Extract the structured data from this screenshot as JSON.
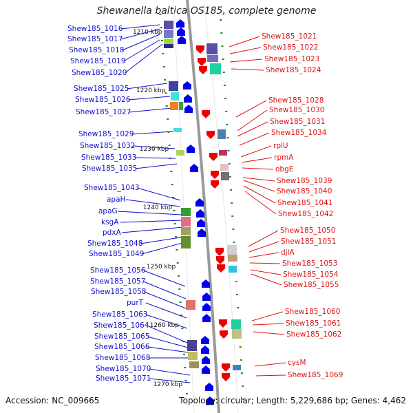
{
  "title": "Shewanella baltica OS185, complete genome",
  "footer": {
    "accession": "Accession: NC_009665",
    "topology": "Topology: circular; Length: 5,229,686 bp; Genes: 4,462"
  },
  "colors": {
    "left_label": "#1010cc",
    "right_label": "#dd1111",
    "ruler_tick": "#228b22",
    "backbone": "#999999",
    "forward_arrow": "#0000ee",
    "reverse_arrow": "#ee0000"
  },
  "ruler_labels": [
    "1210 kbp",
    "1220 kbp",
    "1230 kbp",
    "1240 kbp",
    "1250 kbp",
    "1260 kbp",
    "1270 kbp"
  ],
  "left_genes": [
    "Shew185_1016",
    "Shew185_1017",
    "Shew185_1018",
    "Shew185_1019",
    "Shew185_1020",
    "Shew185_1025",
    "Shew185_1026",
    "Shew185_1027",
    "Shew185_1029",
    "Shew185_1032",
    "Shew185_1033",
    "Shew185_1035",
    "Shew185_1043",
    "apaH",
    "apaG",
    "ksgA",
    "pdxA",
    "Shew185_1048",
    "Shew185_1049",
    "Shew185_1056",
    "Shew185_1057",
    "Shew185_1058",
    "purT",
    "Shew185_1063",
    "Shew185_1064",
    "Shew185_1065",
    "Shew185_1066",
    "Shew185_1068",
    "Shew185_1070",
    "Shew185_1071"
  ],
  "right_genes": [
    "Shew185_1021",
    "Shew185_1022",
    "Shew185_1023",
    "Shew185_1024",
    "Shew185_1028",
    "Shew185_1030",
    "Shew185_1031",
    "Shew185_1034",
    "rplU",
    "rpmA",
    "obgE",
    "Shew185_1039",
    "Shew185_1040",
    "Shew185_1041",
    "Shew185_1042",
    "Shew185_1050",
    "Shew185_1051",
    "djlA",
    "Shew185_1053",
    "Shew185_1054",
    "Shew185_1055",
    "Shew185_1060",
    "Shew185_1061",
    "Shew185_1062",
    "cysM",
    "Shew185_1069"
  ]
}
